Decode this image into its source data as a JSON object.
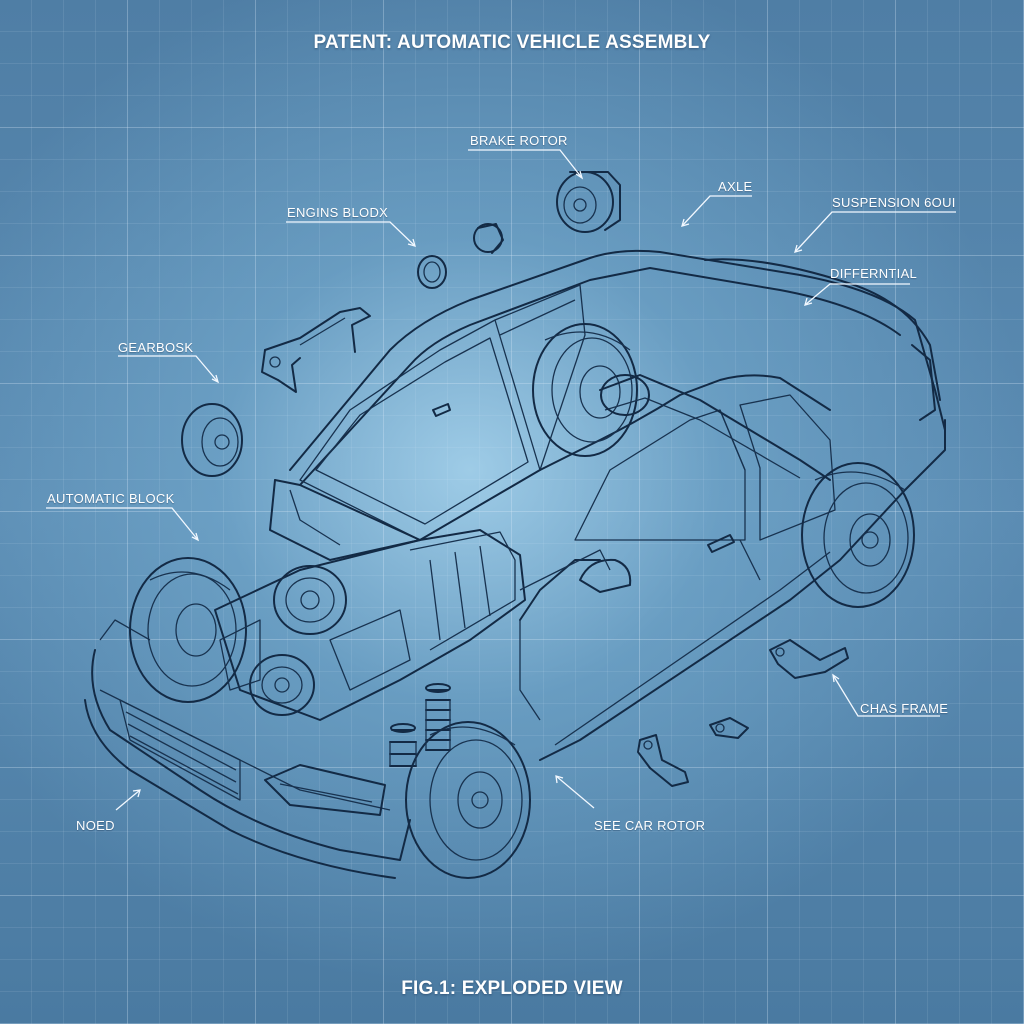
{
  "title": "PATENT: AUTOMATIC VEHICLE ASSEMBLY",
  "caption": "FIG.1: EXPLODED VIEW",
  "labels": {
    "brake_rotor": "BRAKE ROTOR",
    "axle": "AXLE",
    "engine_block": "ENGINS BLODX",
    "suspension": "SUSPENSION 6OUI",
    "differential": "DIFFERNTIAL",
    "gearbox": "GEARBOSK",
    "automatic_block": "AUTOMATIC BLOCK",
    "chassis_frame": "CHAS FRAME",
    "noed": "NOED",
    "see_car_rotor": "SEE CAR ROTOR"
  },
  "colors": {
    "background": "#4f7ea5",
    "line_art": "#132a45",
    "label_text": "#ffffff"
  }
}
